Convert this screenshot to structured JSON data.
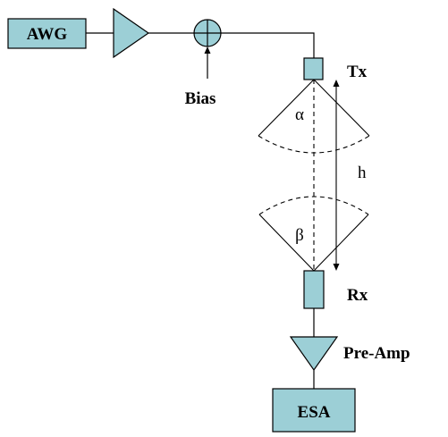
{
  "colors": {
    "block_fill": "#9ccfd6",
    "stroke": "#000000",
    "background": "#ffffff"
  },
  "labels": {
    "awg": "AWG",
    "bias": "Bias",
    "tx": "Tx",
    "rx": "Rx",
    "pre_amp": "Pre-Amp",
    "esa": "ESA",
    "alpha": "α",
    "beta": "β",
    "h": "h"
  },
  "icons": {
    "amplifier": "triangle-amplifier-icon",
    "mixer": "circle-plus-mixer-icon"
  }
}
